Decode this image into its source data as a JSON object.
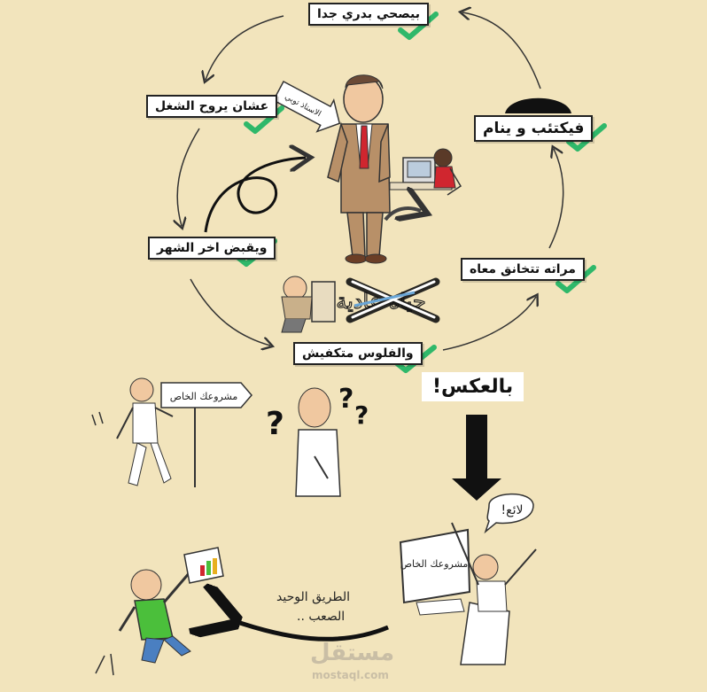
{
  "cycle": {
    "steps": [
      {
        "id": "wake",
        "label": "بيصحي بدري جدا"
      },
      {
        "id": "work",
        "label": "عشان يروح الشغل"
      },
      {
        "id": "paid",
        "label": "ويقبض اخر الشهر"
      },
      {
        "id": "money",
        "label": "والفلوس متكفيش"
      },
      {
        "id": "wife",
        "label": "مراته تتخانق معاه"
      },
      {
        "id": "sleep",
        "label": "فيكتئب و ينام"
      }
    ],
    "boss_sign": "الاستاذ توبي",
    "crossed_word": "حياة عادية"
  },
  "reverse": {
    "label": "بالعكس!"
  },
  "bottom": {
    "signpost": "مشروعك الخاص",
    "screen_text": "مشروعك الخاص",
    "speech": "لائع!",
    "path_line1": "الطريق الوحيد",
    "path_line2": "الصعب .."
  },
  "watermark": {
    "brand": "مستقل",
    "site": "mostaql.com"
  },
  "colors": {
    "background": "#f2e4bc",
    "check": "#2fb86a",
    "tie": "#d0262f",
    "suit": "#b89068",
    "shirt_green": "#4bbf3b",
    "pants_blue": "#4a7fc1",
    "cross_blue": "#6aa6d6"
  }
}
